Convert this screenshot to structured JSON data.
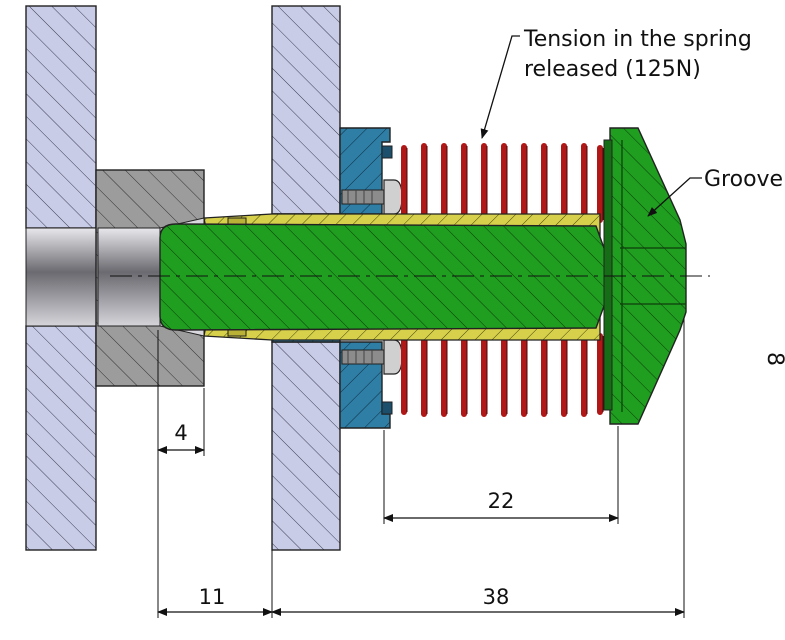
{
  "annotations": {
    "spring_line1": "Tension in the spring",
    "spring_line2": "released (125N)",
    "groove": "Groove",
    "edge_mark": "8"
  },
  "dimensions": {
    "d4": "4",
    "d11": "11",
    "d22": "22",
    "d38": "38"
  },
  "colors": {
    "plate": "#c9cce6",
    "bushing": "#9c9c9c",
    "pin": "#1f9e1f",
    "sleeve": "#d6d04a",
    "housing": "#2f7ea6",
    "spring": "#b01818"
  }
}
